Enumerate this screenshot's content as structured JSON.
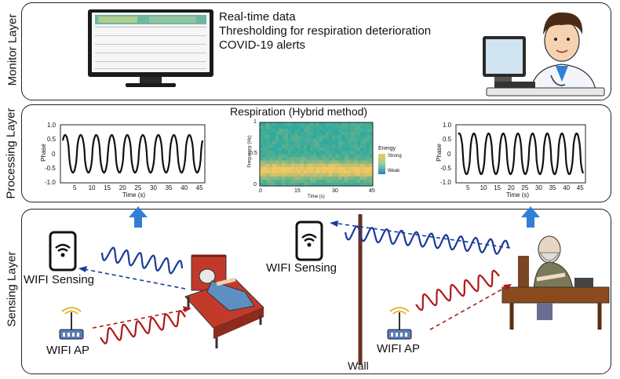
{
  "layers": {
    "monitor": "Monitor Layer",
    "processing": "Processing Layer",
    "sensing": "Sensing Layer"
  },
  "monitor": {
    "lines": [
      "Real-time data",
      "Thresholding for respiration deterioration",
      "COVID-19 alerts"
    ]
  },
  "processing": {
    "title": "Respiration (Hybrid method)",
    "left_plot": {
      "ylabel": "Phase",
      "xlabel": "Time (s)",
      "yticks": [
        "1.0",
        "0.5",
        "0",
        "-0.5",
        "-1.0"
      ],
      "xticks": [
        "5",
        "10",
        "15",
        "20",
        "25",
        "30",
        "35",
        "40",
        "45"
      ]
    },
    "spectrogram": {
      "ylabel": "Frequency (Hz)",
      "xlabel": "Time (s)",
      "yticks": [
        "1",
        "0.5",
        "0"
      ],
      "xticks": [
        "0",
        "15",
        "30",
        "45"
      ],
      "legend_title": "Energy",
      "legend_strong": "Strong",
      "legend_weak": "Weak"
    },
    "right_plot": {
      "ylabel": "Phase",
      "xlabel": "Time (s)",
      "yticks": [
        "1.0",
        "0.5",
        "0",
        "-0.5",
        "-1.0"
      ],
      "xticks": [
        "5",
        "10",
        "15",
        "20",
        "25",
        "30",
        "35",
        "40",
        "45"
      ]
    }
  },
  "sensing": {
    "wifi_sensing_left": "WIFI Sensing",
    "wifi_sensing_center": "WIFI Sensing",
    "wifi_ap_left": "WIFI AP",
    "wifi_ap_right": "WIFI AP",
    "wall": "Wall"
  },
  "colors": {
    "arrow_blue": "#2f7fd6",
    "wave_blue": "#1a3a9c",
    "wave_red": "#b01818",
    "spectro_low": "#2aa9a0",
    "spectro_high": "#f4c860"
  }
}
